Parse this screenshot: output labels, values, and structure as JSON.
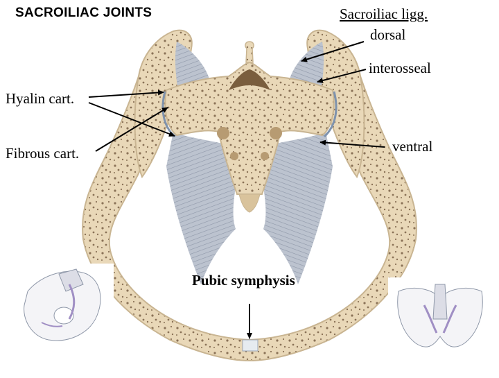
{
  "title": "SACROILIAC JOINTS",
  "labels": {
    "sacroiliac_ligg": "Sacroiliac ligg.",
    "dorsal": "dorsal",
    "interosseal": "interosseal",
    "ventral": "ventral",
    "hyalin_cart": "Hyalin cart.",
    "fibrous_cart": "Fibrous cart.",
    "pubic_symphysis": "Pubic symphysis"
  },
  "colors": {
    "bone": "#e9d8b8",
    "bone_edge": "#c9b592",
    "bone_spots": "#8a7257",
    "ligament": "#b9c0cd",
    "ligament_line": "#8e97a8",
    "cartilage": "#e6ebf0",
    "arrow": "#000000"
  }
}
